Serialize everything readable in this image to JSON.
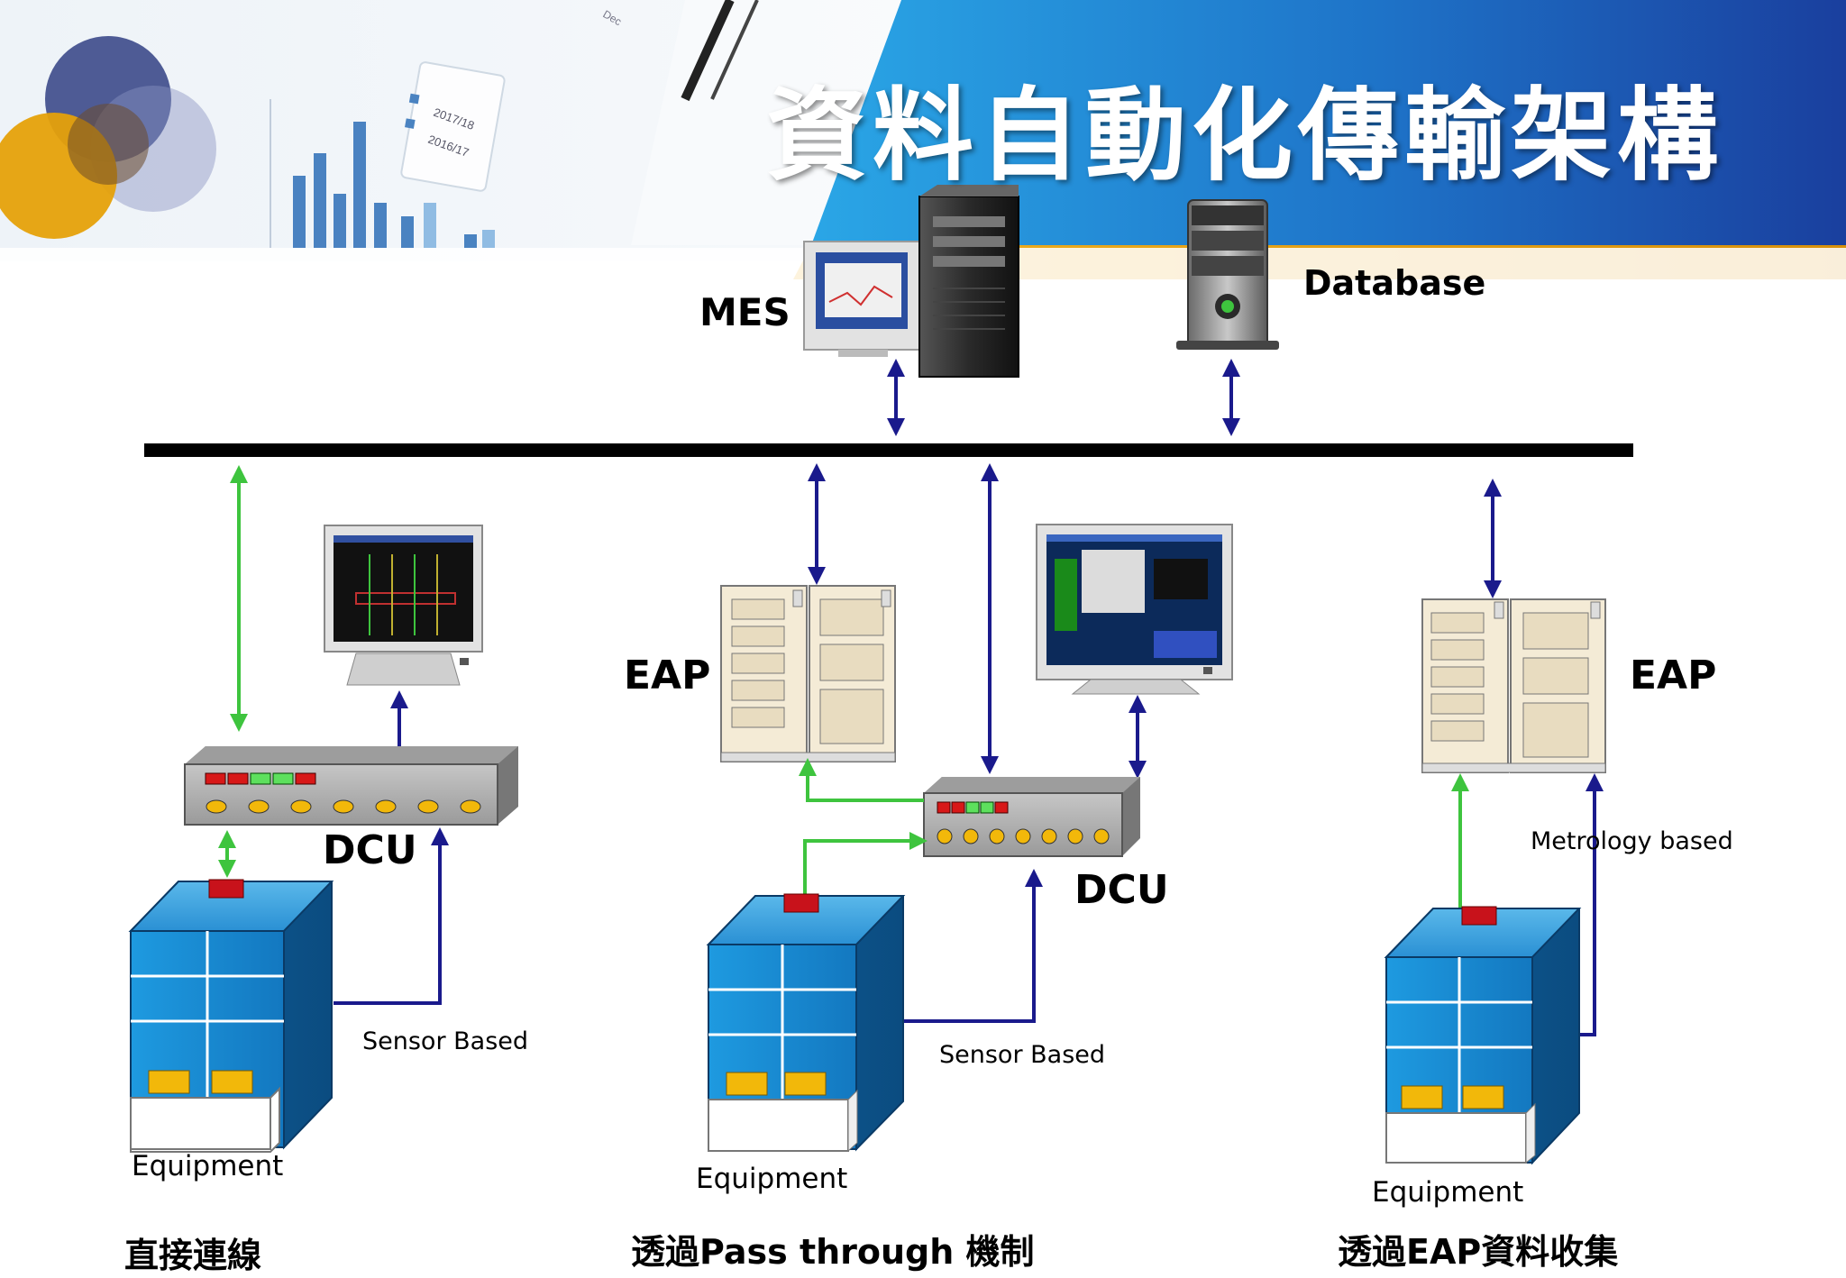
{
  "title": "資料自動化傳輸架構",
  "top": {
    "mes_label": "MES",
    "database_label": "Database"
  },
  "col1": {
    "dcu_label": "DCU",
    "sensor_label": "Sensor Based",
    "equipment_label": "Equipment",
    "caption": "直接連線"
  },
  "col2": {
    "eap_label": "EAP",
    "dcu_label": "DCU",
    "sensor_label": "Sensor Based",
    "equipment_label": "Equipment",
    "caption": "透過Pass through 機制"
  },
  "col3": {
    "eap_label": "EAP",
    "metrology_label": "Metrology based",
    "equipment_label": "Equipment",
    "caption": "透過EAP資料收集"
  },
  "background_chart": {
    "date_labels": [
      "2017/18",
      "2016/17"
    ],
    "corner_text": "Dec"
  },
  "colors": {
    "arrow_navy": "#1a1a8c",
    "arrow_green": "#3ec43e",
    "bus": "#000000",
    "banner_blue": "#1e7fd0",
    "banner_gold": "#e8a00c",
    "equipment_blue": "#1a8fd8"
  }
}
